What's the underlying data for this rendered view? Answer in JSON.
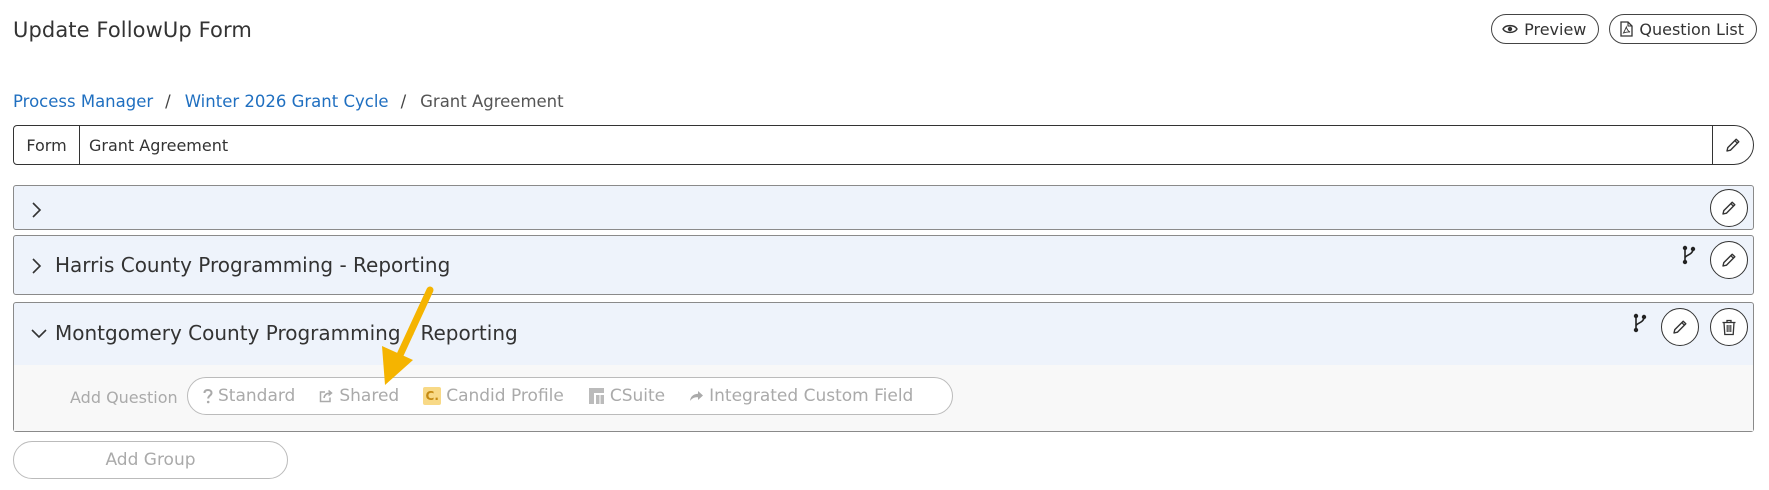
{
  "header": {
    "title": "Update FollowUp Form",
    "preview_label": "Preview",
    "question_list_label": "Question List"
  },
  "breadcrumb": {
    "items": [
      "Process Manager",
      "Winter 2026 Grant Cycle"
    ],
    "separator": "/",
    "current": "Grant Agreement"
  },
  "form": {
    "label": "Form",
    "value": "Grant Agreement"
  },
  "groups": [
    {
      "title": "",
      "expanded": false
    },
    {
      "title": "Harris County Programming - Reporting",
      "expanded": false
    },
    {
      "title": "Montgomery County Programming - Reporting",
      "expanded": true
    }
  ],
  "add_question": {
    "label": "Add Question",
    "options": [
      {
        "label": "Standard",
        "icon": "question-mark-icon"
      },
      {
        "label": "Shared",
        "icon": "share-icon"
      },
      {
        "label": "Candid Profile",
        "icon": "candid-logo-icon",
        "badge": "C."
      },
      {
        "label": "CSuite",
        "icon": "csuite-logo-icon"
      },
      {
        "label": "Integrated Custom Field",
        "icon": "forward-arrow-icon"
      }
    ]
  },
  "add_group_label": "Add Group",
  "colors": {
    "link": "#1f6fc0",
    "group_bg": "#eef3fb",
    "annotation_arrow": "#f5b400"
  }
}
